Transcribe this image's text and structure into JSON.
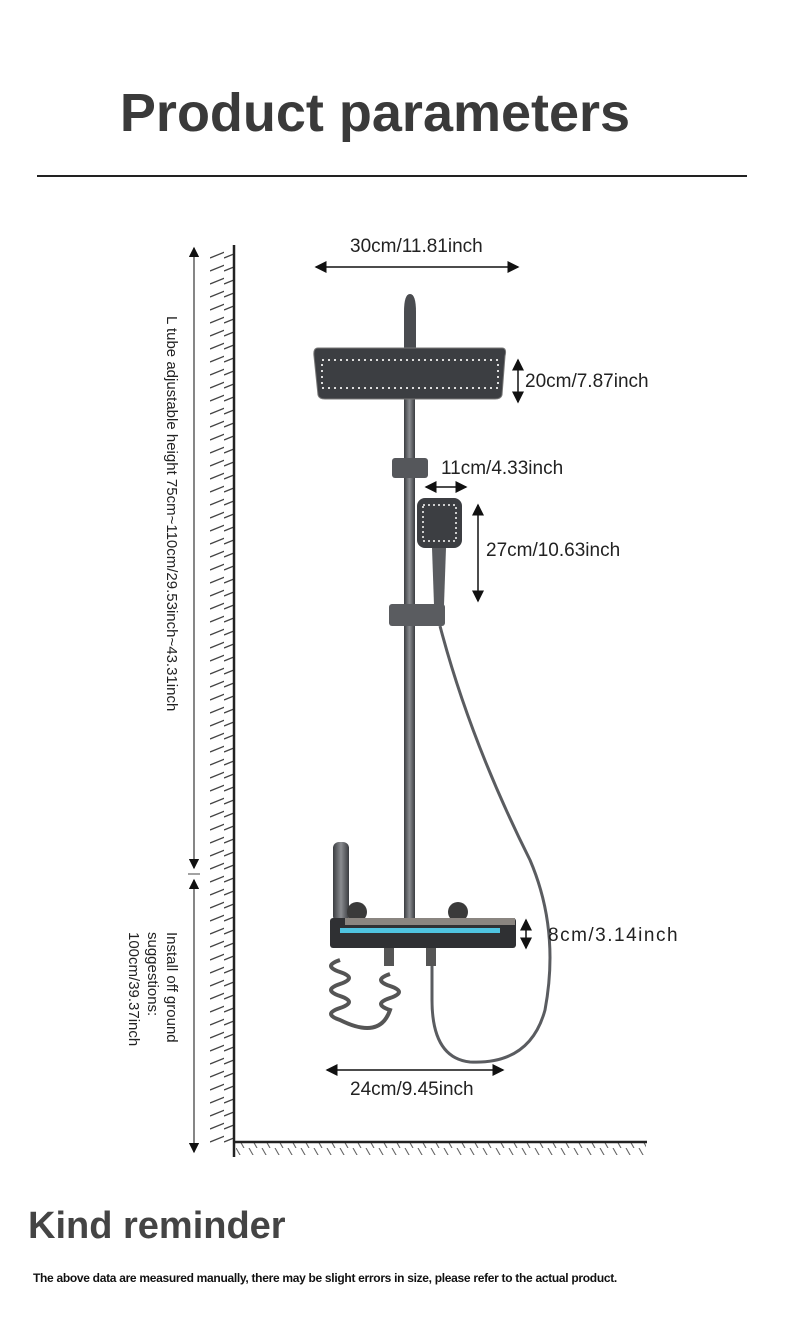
{
  "title": "Product parameters",
  "dimensions": {
    "head_width": "30cm/11.81inch",
    "head_depth": "20cm/7.87inch",
    "handheld_width": "11cm/4.33inch",
    "handheld_height": "27cm/10.63inch",
    "panel_height": "8cm/3.14inch",
    "panel_width": "24cm/9.45inch"
  },
  "side_labels": {
    "tube_height": "L tube adjustable height 75cm~110cm/29.53inch~43.31inch",
    "install_line1": "Install off ground",
    "install_line2": "suggestions:",
    "install_line3": "100cm/39.37inch"
  },
  "reminder": {
    "heading": "Kind reminder",
    "note": "The above data are measured manually, there may be slight errors in size, please refer to the actual product."
  },
  "colors": {
    "accent": "#4fc3e0",
    "metal": "#4a4c50"
  }
}
